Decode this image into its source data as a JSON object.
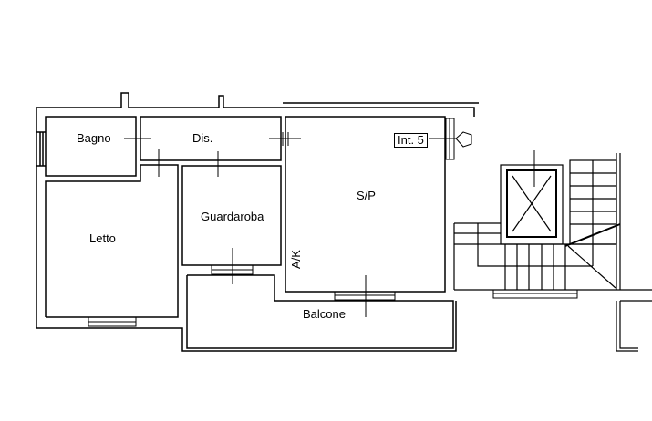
{
  "plan": {
    "rooms": {
      "bagno": "Bagno",
      "dis": "Dis.",
      "letto": "Letto",
      "guardaroba": "Guardaroba",
      "sp": "S/P",
      "ak": "A/K",
      "balcone": "Balcone"
    },
    "unit_label": "Int. 5",
    "line_color": "#000000"
  }
}
